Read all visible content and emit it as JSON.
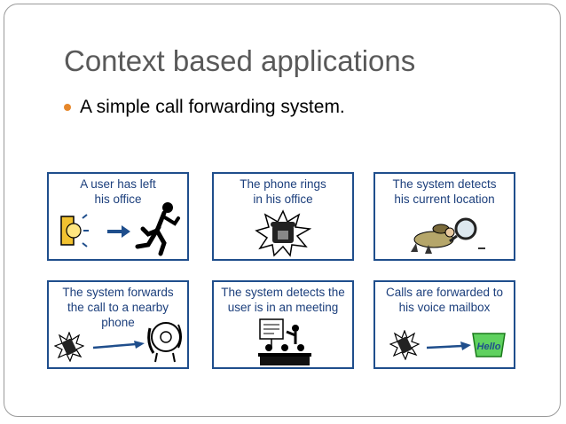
{
  "slide": {
    "title": "Context based applications",
    "bullet": "A simple call forwarding system."
  },
  "panels": [
    {
      "caption": "A user has left\nhis office"
    },
    {
      "caption": "The phone rings\nin his office"
    },
    {
      "caption": "The system detects\nhis current location"
    },
    {
      "caption": "The system forwards\nthe call to a nearby\nphone"
    },
    {
      "caption": "The system detects the\nuser is in an meeting"
    },
    {
      "caption": "Calls are forwarded to\nhis voice mailbox"
    }
  ],
  "hello_sign": "Hello",
  "icons": {
    "p1": [
      "light-switch-icon",
      "arrow-right-icon",
      "running-person-icon"
    ],
    "p2": [
      "ringing-phone-icon"
    ],
    "p3": [
      "detective-magnifier-icon"
    ],
    "p4": [
      "ringing-cellphone-icon",
      "arrow-right-icon",
      "rotary-phone-icon"
    ],
    "p5": [
      "meeting-presentation-icon"
    ],
    "p6": [
      "ringing-cellphone-icon",
      "arrow-right-icon",
      "hello-mailbox-icon"
    ]
  },
  "colors": {
    "panel_border": "#1f4e8c",
    "caption_text": "#1c3f7c",
    "bullet": "#e6872a",
    "title": "#595959"
  }
}
